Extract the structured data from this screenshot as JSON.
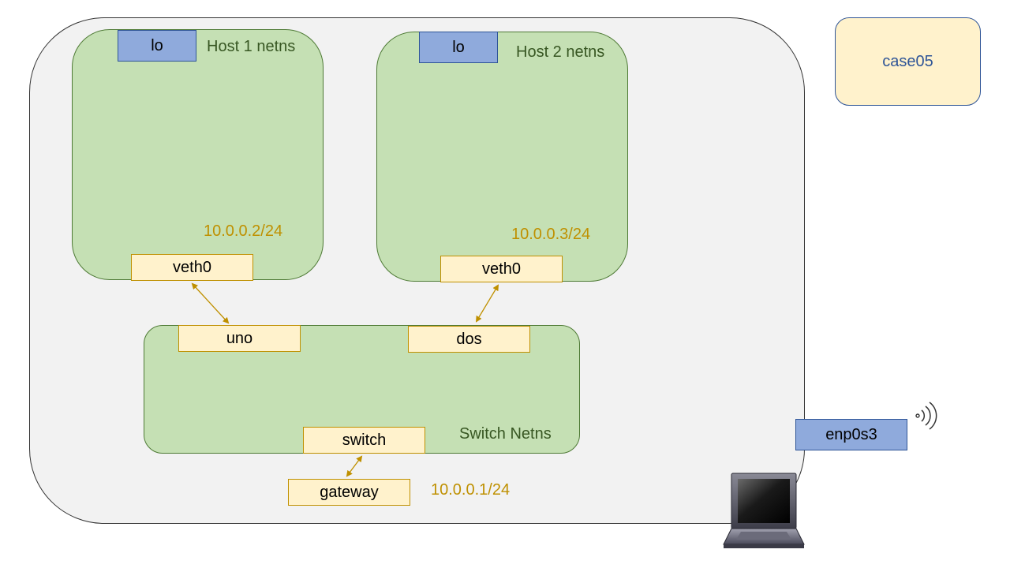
{
  "host1": {
    "title": "Host 1 netns",
    "lo": "lo",
    "ip": "10.0.0.2/24",
    "iface": "veth0"
  },
  "host2": {
    "title": "Host 2 netns",
    "lo": "lo",
    "ip": "10.0.0.3/24",
    "iface": "veth0"
  },
  "switch_ns": {
    "title": "Switch Netns",
    "port1": "uno",
    "port2": "dos",
    "port3": "switch"
  },
  "gateway": {
    "label": "gateway",
    "ip": "10.0.0.1/24"
  },
  "nic": {
    "label": "enp0s3"
  },
  "case_label": "case05",
  "colors": {
    "namespace": "#c5e0b4",
    "interface": "#fff2cc",
    "loopback": "#8faadc",
    "link": "#bf9000",
    "host_bg": "#f2f2f2"
  },
  "icons": {
    "host_machine": "laptop-icon",
    "uplink": "wifi-signal-icon"
  }
}
